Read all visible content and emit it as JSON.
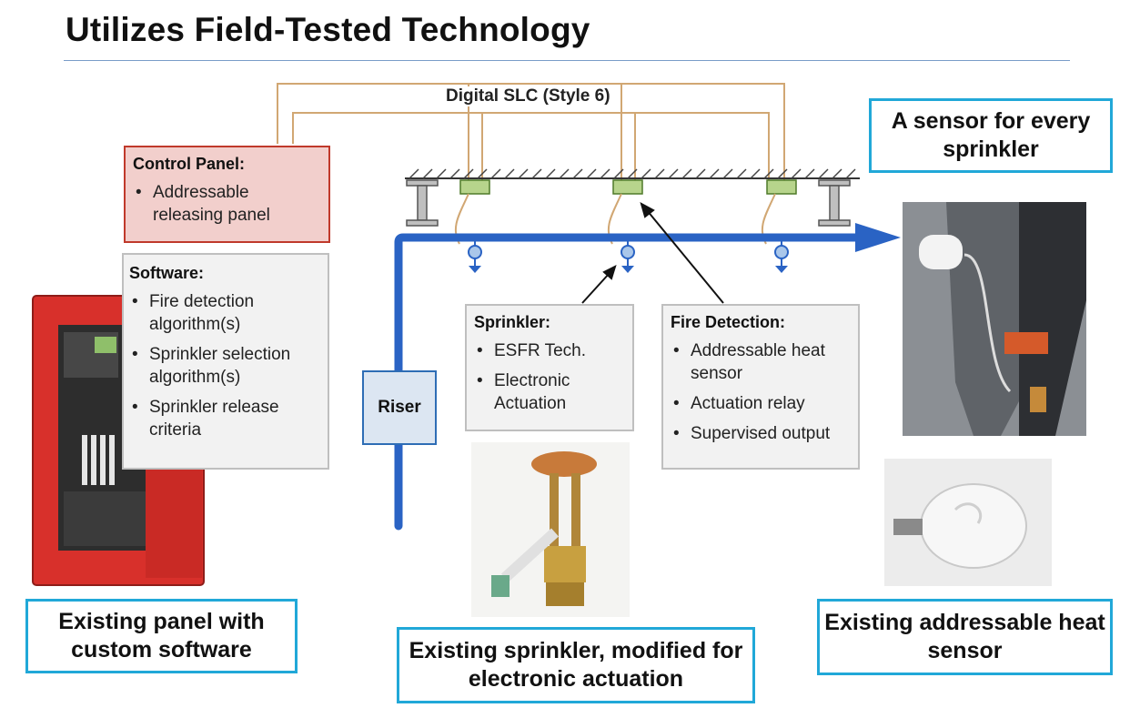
{
  "title": "Utilizes Field-Tested Technology",
  "slc_label": "Digital SLC (Style 6)",
  "riser_label": "Riser",
  "control_panel": {
    "heading": "Control Panel:",
    "items": [
      "Addressable releasing panel"
    ]
  },
  "software": {
    "heading": "Software:",
    "items": [
      "Fire detection algorithm(s)",
      "Sprinkler selection algorithm(s)",
      "Sprinkler release criteria"
    ]
  },
  "sprinkler": {
    "heading": "Sprinkler:",
    "items": [
      "ESFR Tech.",
      "Electronic Actuation"
    ]
  },
  "fire_detection": {
    "heading": "Fire Detection:",
    "items": [
      "Addressable heat sensor",
      "Actuation relay",
      "Supervised output"
    ]
  },
  "callouts": {
    "sensor_every": "A sensor for every sprinkler",
    "existing_panel": "Existing panel with custom software",
    "existing_sprinkler": "Existing sprinkler, modified for electronic actuation",
    "existing_sensor": "Existing addressable heat sensor"
  },
  "colors": {
    "pipe": "#2a63c4",
    "callout_border": "#21a8d8",
    "panel_red": "#c0392b",
    "wire": "#d1a773"
  }
}
